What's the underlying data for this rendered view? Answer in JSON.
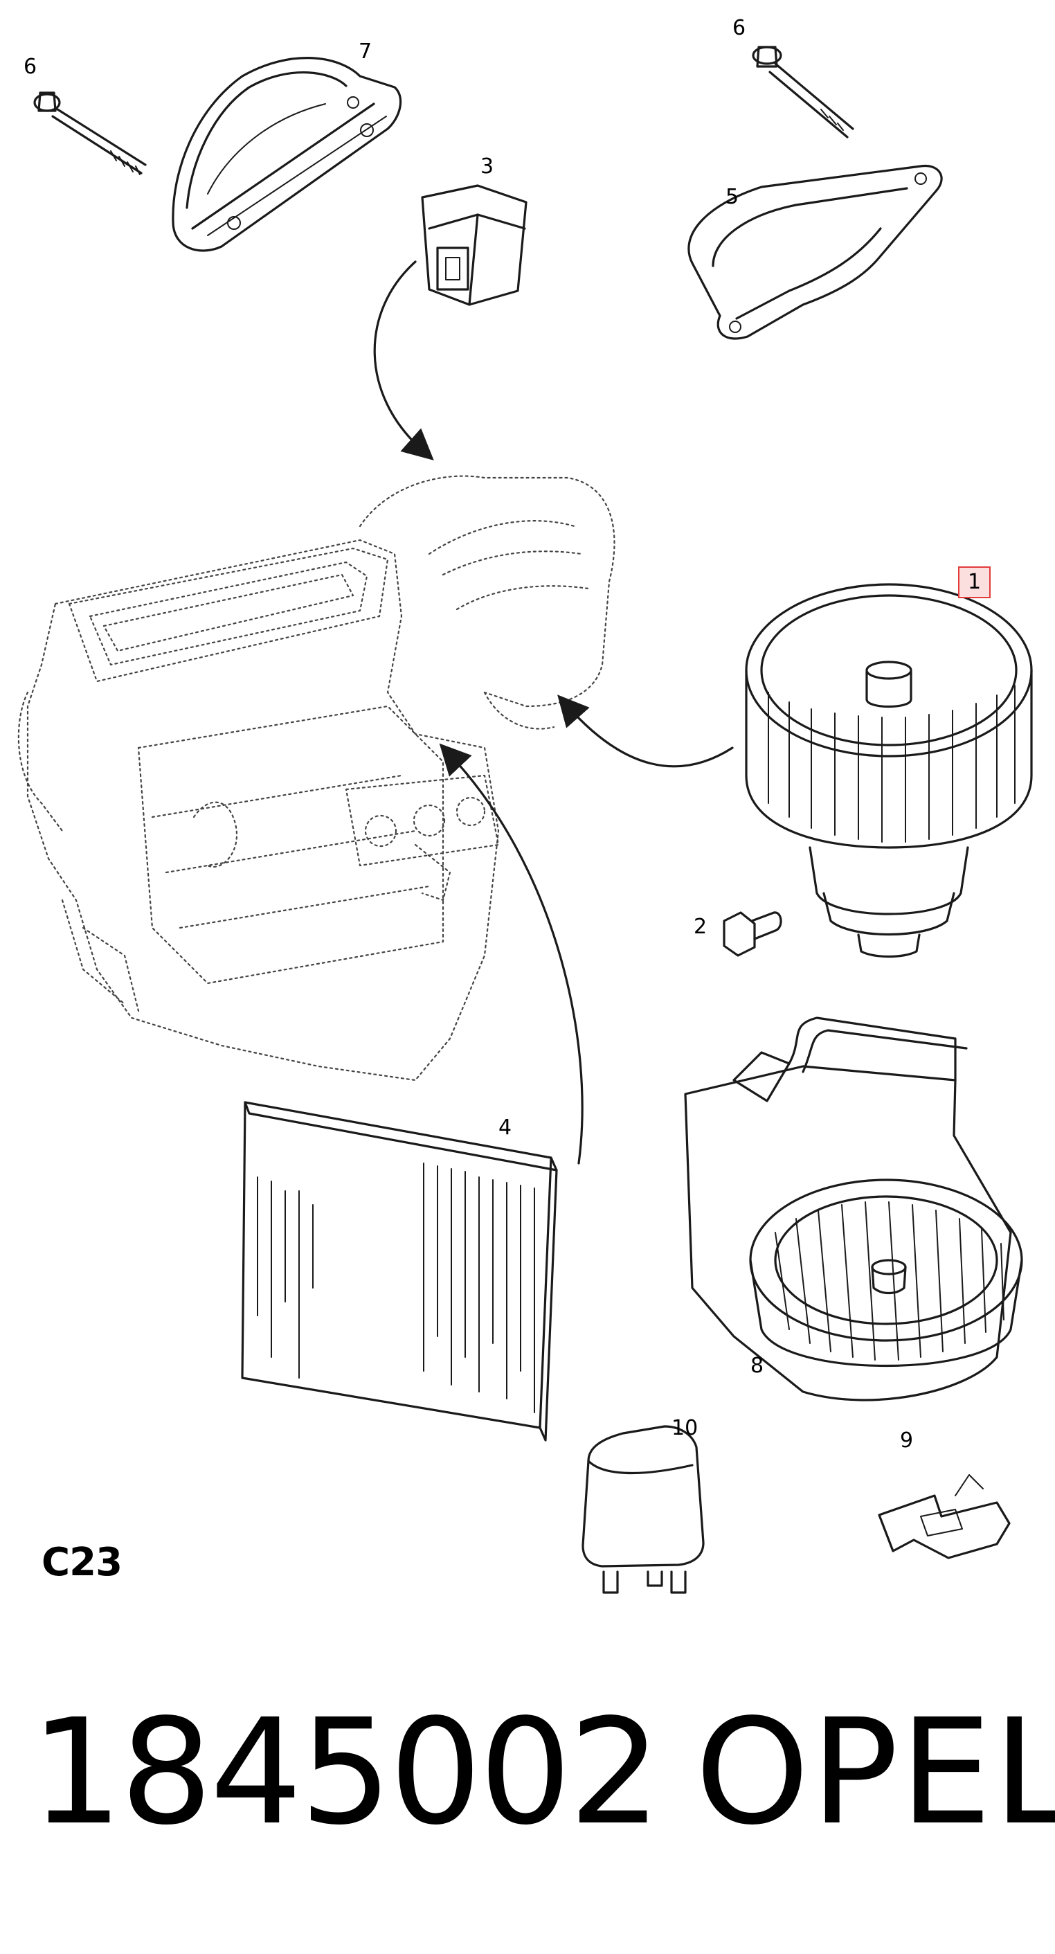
{
  "diagram": {
    "code": "C23",
    "callouts": [
      {
        "id": "1",
        "label": "1",
        "highlighted": true
      },
      {
        "id": "2",
        "label": "2"
      },
      {
        "id": "3",
        "label": "3"
      },
      {
        "id": "4",
        "label": "4"
      },
      {
        "id": "5",
        "label": "5"
      },
      {
        "id": "6a",
        "label": "6"
      },
      {
        "id": "6b",
        "label": "6"
      },
      {
        "id": "7",
        "label": "7"
      },
      {
        "id": "8",
        "label": "8"
      },
      {
        "id": "9",
        "label": "9"
      },
      {
        "id": "10",
        "label": "10"
      }
    ],
    "highlight_color": "#e23b3b"
  },
  "footer": {
    "part_number": "1845002",
    "brand": "OPEL"
  }
}
